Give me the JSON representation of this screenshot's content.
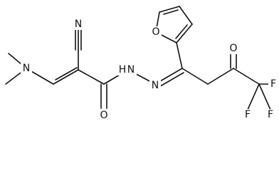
{
  "molecule": {
    "atoms": {
      "nitrile_n": "N",
      "amine_n": "N",
      "carbonyl_o": "O",
      "nh": "H",
      "hydrazone_n1": "N",
      "hydrazone_n2": "N",
      "furan_o": "O",
      "ketone_o": "O",
      "f_right": "F",
      "f_bottom_left": "F",
      "f_bottom_right": "F"
    }
  }
}
